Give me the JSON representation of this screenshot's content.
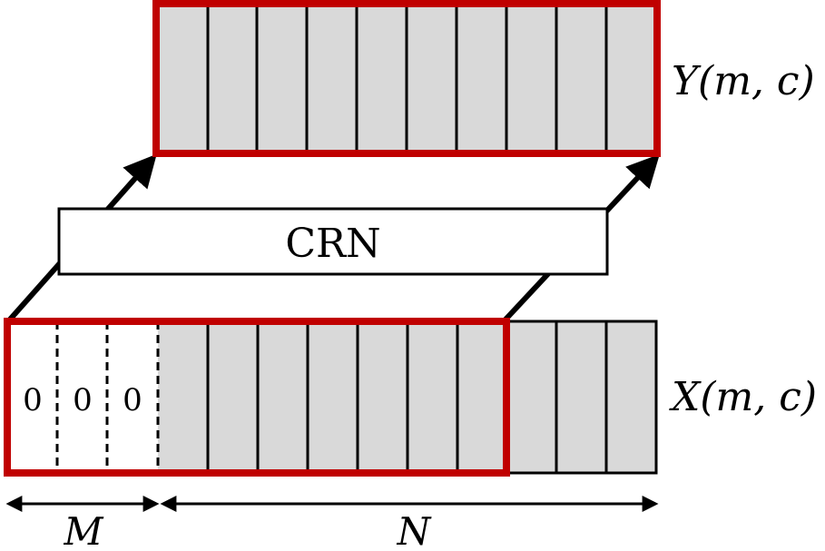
{
  "output_label_var": "Y",
  "output_label_args": "(m, c)",
  "input_label_var": "X",
  "input_label_args": "(m, c)",
  "module_label": "CRN",
  "padding_values": [
    "0",
    "0",
    "0"
  ],
  "dimension_labels": {
    "left": "M",
    "right": "N"
  },
  "colors": {
    "highlight": "#c00000",
    "cell_fill": "#d9d9d9",
    "stroke": "#000000",
    "background": "#ffffff"
  }
}
